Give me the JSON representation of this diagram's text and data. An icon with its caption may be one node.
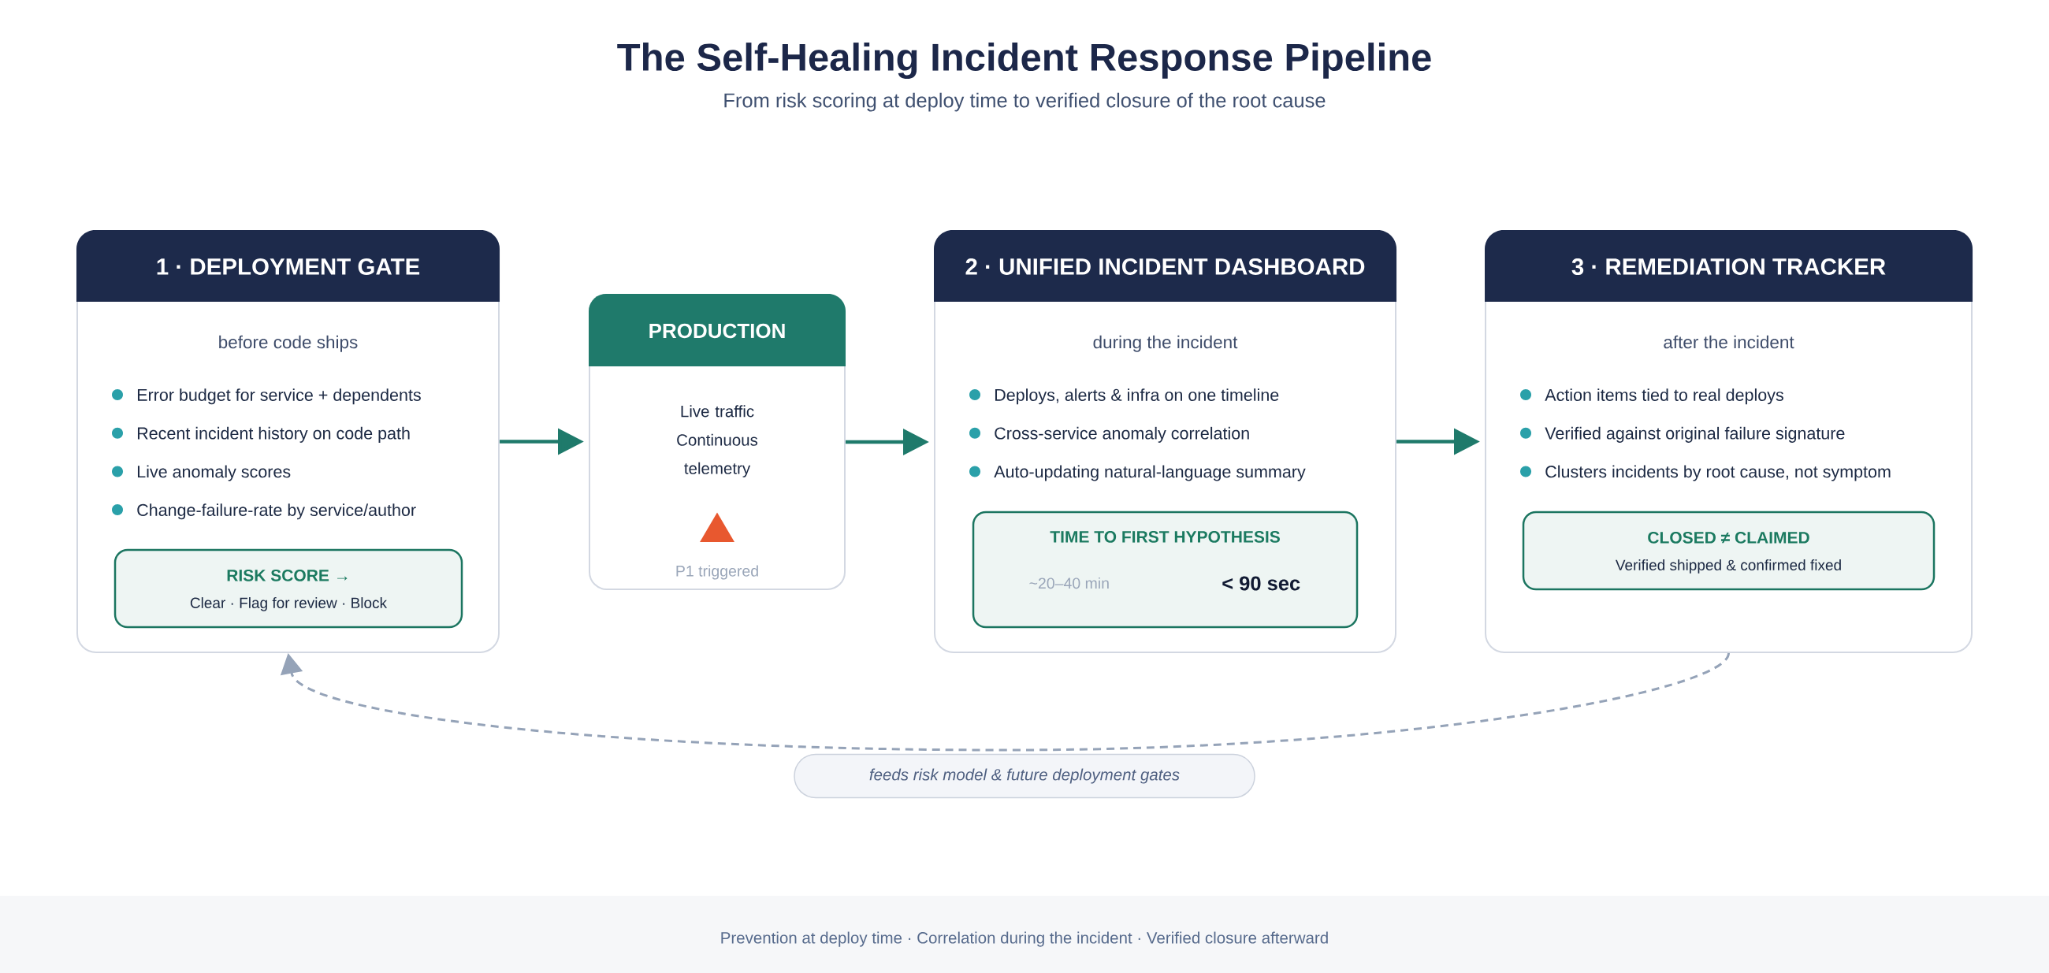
{
  "diagram": {
    "title": "The Self-Healing Incident Response Pipeline",
    "caption": "Prevention at deploy time · Correlation during the incident · Verified closure afterward",
    "nodes": [
      {
        "text": [
          "1 · DEPLOYMENT GATE",
          "before code ships",
          "Error budget for service + dependents",
          "Recent incident history on code path",
          "Live anomaly scores",
          "Change-failure-rate by service/author"
        ]
      },
      {
        "text": [
          "RISK SCORE →",
          "Clear · Flag for review · Block"
        ],
        "in": 0
      },
      {
        "text": [
          "PRODUCTION",
          "Live traffic",
          "Continuous telemetry",
          "P1 triggered"
        ]
      },
      {
        "text": [
          "2 · UNIFIED INCIDENT DASHBOARD",
          "during the incident",
          "Deploys, alerts & infra on one timeline",
          "Cross-service anomaly correlation",
          "Auto-updating natural-language summary"
        ]
      },
      {
        "text": [
          "TIME TO FIRST HYPOTHESIS",
          "~20–40 min",
          "< 90 sec"
        ],
        "in": 3
      },
      {
        "text": [
          "3 · REMEDIATION TRACKER",
          "after the incident",
          "Action items tied to real deploys",
          "Verified against original failure signature",
          "Clusters incidents by root cause, not symptom"
        ]
      },
      {
        "text": [
          "CLOSED ≠ CLAIMED",
          "Verified shipped & confirmed fixed"
        ],
        "in": 5
      }
    ],
    "edges": [
      {
        "from": 0,
        "to": 2,
        "arrow": "to"
      },
      {
        "from": 2,
        "to": 3,
        "arrow": "to"
      },
      {
        "from": 3,
        "to": 5,
        "arrow": "to"
      },
      {
        "from": 5,
        "to": 0,
        "arrow": "to",
        "style": "dashed",
        "color": "#95a3b8",
        "label": "feeds risk model & future deployment gates"
      }
    ],
    "labels": [
      "From risk scoring at deploy time to verified closure of the root cause"
    ]
  }
}
